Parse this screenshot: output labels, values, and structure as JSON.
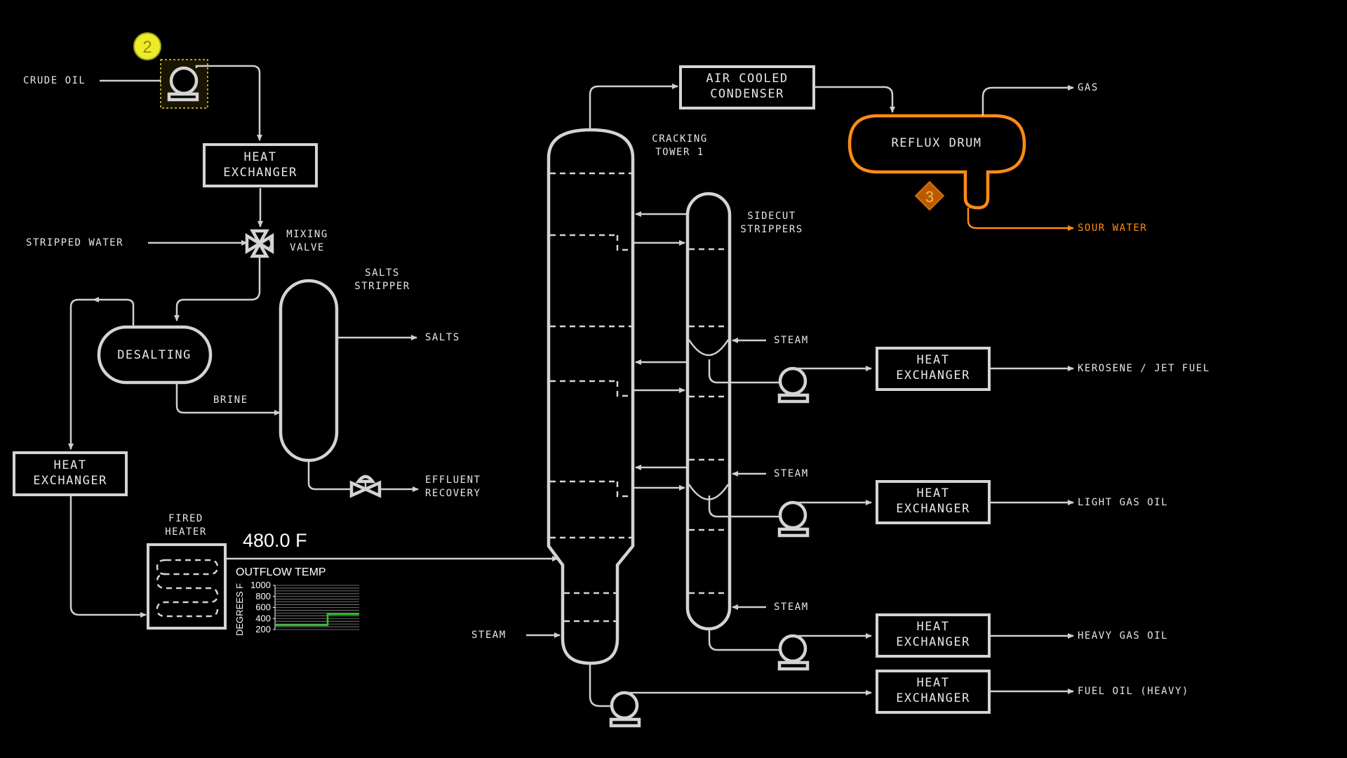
{
  "colors": {
    "background": "#000000",
    "pipe": "#cfcfcf",
    "highlight_orange": "#ff8c14",
    "callout_yellow": "#ecec2a",
    "trend_line": "#22cc22"
  },
  "callouts": {
    "pump_marker": "2",
    "drum_marker": "3"
  },
  "labels": {
    "crude_oil": "CRUDE OIL",
    "stripped_water": "STRIPPED WATER",
    "mixing_valve_1": "MIXING",
    "mixing_valve_2": "VALVE",
    "desalting": "DESALTING",
    "brine": "BRINE",
    "salts_stripper_1": "SALTS",
    "salts_stripper_2": "STRIPPER",
    "salts": "SALTS",
    "effluent_1": "EFFLUENT",
    "effluent_2": "RECOVERY",
    "fired_heater_1": "FIRED",
    "fired_heater_2": "HEATER",
    "heat": "HEAT",
    "exchanger": "EXCHANGER",
    "air_cooled_1": "AIR COOLED",
    "air_cooled_2": "CONDENSER",
    "cracking_tower_1": "CRACKING",
    "cracking_tower_2": "TOWER 1",
    "sidecut_1": "SIDECUT",
    "sidecut_2": "STRIPPERS",
    "reflux_drum": "REFLUX DRUM",
    "gas": "GAS",
    "sour_water": "SOUR WATER",
    "steam": "STEAM",
    "kerosene": "KEROSENE / JET FUEL",
    "light_gas_oil": "LIGHT GAS OIL",
    "heavy_gas_oil": "HEAVY GAS OIL",
    "fuel_oil": "FUEL OIL (HEAVY)"
  },
  "heater_outflow": {
    "readout": "480.0 F",
    "trend_title": "OUTFLOW TEMP",
    "y_axis_label": "DEGREES F",
    "y_ticks": [
      "1000",
      "800",
      "600",
      "400",
      "200"
    ],
    "ylim": [
      200,
      1000
    ],
    "series_values": [
      280,
      280,
      280,
      280,
      280,
      280,
      280,
      280,
      280,
      280,
      280,
      280,
      280,
      280,
      280,
      480,
      480,
      480,
      480,
      480,
      480,
      480,
      480,
      480,
      480
    ]
  }
}
